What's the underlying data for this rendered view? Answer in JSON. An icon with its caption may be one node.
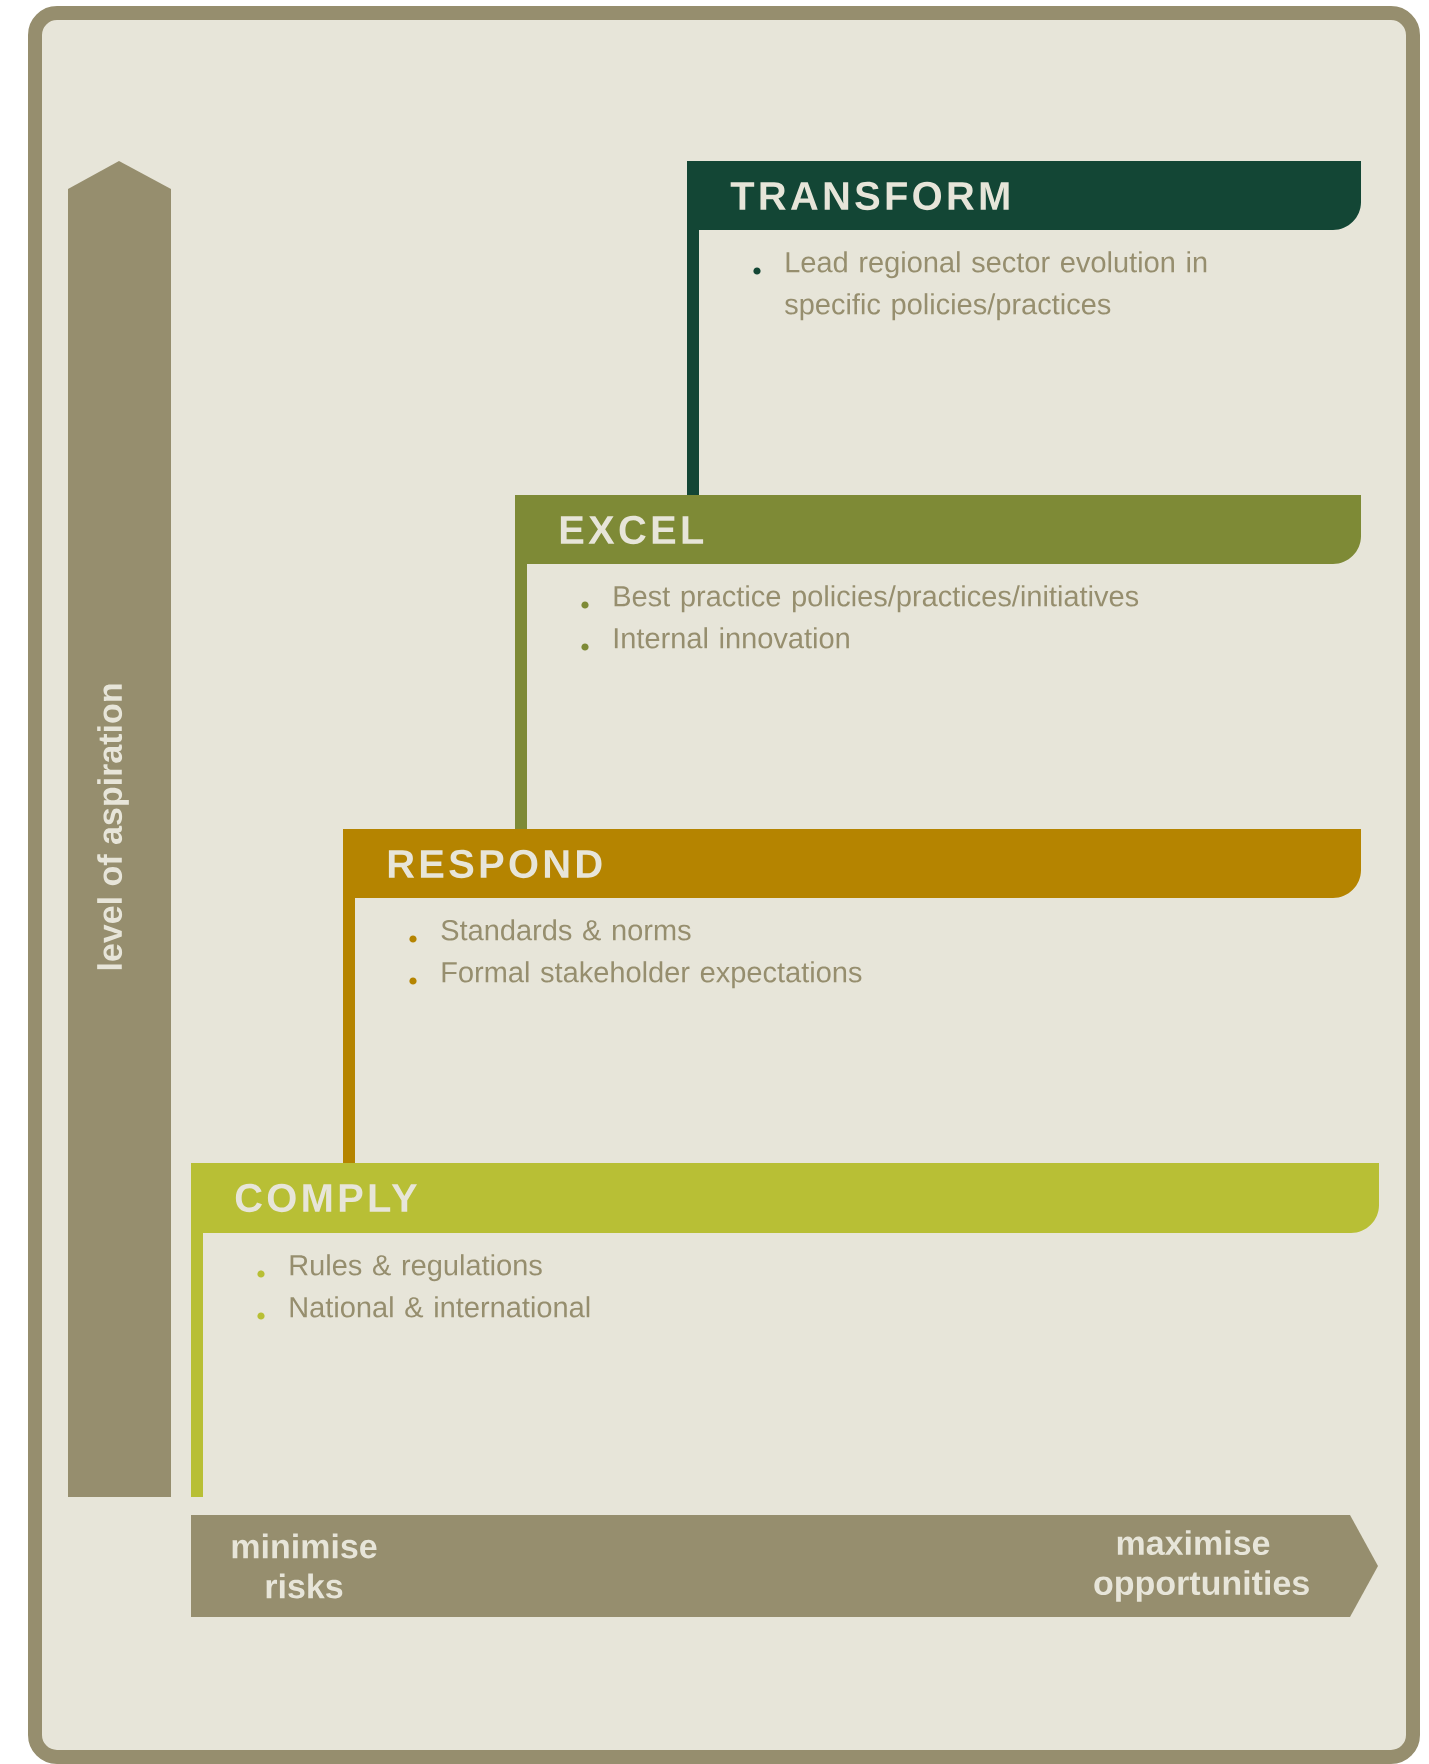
{
  "diagram": {
    "nodes": [
      {
        "text": [
          "TRANSFORM",
          "Lead regional sector evolution in specific policies/practices"
        ]
      },
      {
        "text": [
          "EXCEL",
          "Best practice policies/practices/initiatives",
          "Internal innovation"
        ]
      },
      {
        "text": [
          "RESPOND",
          "Standards & norms",
          "Formal stakeholder expectations"
        ]
      },
      {
        "text": [
          "COMPLY",
          "Rules & regulations",
          "National & international"
        ]
      },
      {
        "text": [
          "level of aspiration"
        ]
      },
      {
        "text": [
          "minimise risks",
          "maximise opportunities"
        ]
      }
    ]
  }
}
